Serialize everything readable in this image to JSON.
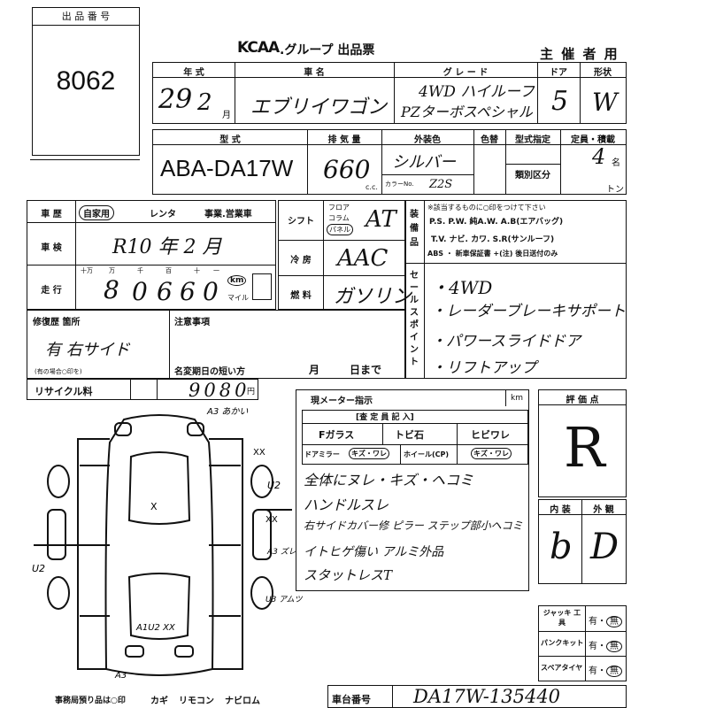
{
  "lot": {
    "label": "出 品 番 号",
    "value": "8062"
  },
  "header": {
    "brand": "KCAA",
    "title": ".グループ 出品票",
    "role": "主 催 者 用"
  },
  "vehicle": {
    "year_label": "年 式",
    "year": "29",
    "month": "2",
    "name_label": "車 名",
    "name": "エブリイワゴン",
    "grade_label": "グ レ ー ド",
    "grade_line1": "4WD ハイルーフ",
    "grade_line2": "PZターボスペシャル",
    "doors_label": "ドア",
    "doors": "5",
    "shape_label": "形状",
    "shape": "W",
    "model_label": "型 式",
    "model": "ABA-DA17W",
    "engine_label": "排 気 量",
    "engine": "660",
    "cc_unit": "c.c.",
    "color_label": "外装色",
    "color": "シルバー",
    "color_no_label": "カラーNo.",
    "color_no": "Z2S",
    "color_change_label": "色替",
    "type_designation_label": "型式指定",
    "class_label": "類別区分",
    "capacity_label": "定員・積載",
    "capacity": "4",
    "capacity_unit": "名",
    "load_unit": "トン"
  },
  "history": {
    "label": "車 歴",
    "options": [
      "自家用",
      "レンタ",
      "事業.営業車"
    ],
    "selected": "自家用"
  },
  "inspection": {
    "label": "車 検",
    "value": "R10 年 2 月"
  },
  "mileage": {
    "label": "走 行",
    "digit_labels": [
      "十万",
      "万",
      "千",
      "百",
      "十",
      "一"
    ],
    "digits": [
      "8",
      "0",
      "6",
      "6",
      "0"
    ],
    "unit_km": "km",
    "unit_mile": "マイル"
  },
  "specs": {
    "shift_label": "シフト",
    "shift_options": [
      "フロア",
      "コラム",
      "パネル"
    ],
    "shift": "AT",
    "aircon_label": "冷 房",
    "aircon": "AAC",
    "fuel_label": "燃 料",
    "fuel": "ガソリン"
  },
  "equipment": {
    "label": "装備品",
    "note": "※該当するものに○印をつけて下さい",
    "line1": "P.S. P.W. 純A.W. A.B(エアバッグ)",
    "line2": "T.V. ナビ. カワ. S.R(サンルーフ)",
    "line3": "ABS ・ 新車保証書 +(注) 後日送付のみ"
  },
  "sales_points": {
    "label": "セールスポイント",
    "items": [
      "4WD",
      "レーダーブレーキサポート",
      "パワースライドドア",
      "リフトアップ"
    ]
  },
  "repair": {
    "label": "修復歴 箇所",
    "value": "有 右サイド",
    "note": "(有の場合○印を)"
  },
  "caution": {
    "label": "注意事項",
    "expiry_label": "名変期日の短い方",
    "month_label": "月",
    "day_label": "日まで"
  },
  "recycle": {
    "label": "リサイクル料",
    "value": "9080",
    "unit": "円"
  },
  "meter": {
    "label": "現メーター指示",
    "unit": "km"
  },
  "glass": {
    "header": "[査 定 員 記 入]",
    "fglass_label": "Fガラス",
    "fglass_value": "トビ石",
    "hibi_label": "ヒビワレ",
    "mirror_label": "ドアミラー",
    "mirror_value": "キズ・ワレ",
    "wheel_label": "ホイール(CP)",
    "wheel_value": "キズ・ワレ"
  },
  "notes": [
    "全体にヌレ・キズ・ヘコミ",
    "ハンドルスレ",
    "右サイドカバー修 ピラー ステップ部小ヘコミ",
    "イトヒゲ傷い アルミ外品",
    "スタットレスT"
  ],
  "diagram_marks": [
    "A3 あかい",
    "XX",
    "U2",
    "XX",
    "A3 ズレ",
    "X",
    "U2",
    "U3 アムツ",
    "A1U2 XX",
    "A3"
  ],
  "grade": {
    "label": "評 価 点",
    "value": "R"
  },
  "interior": {
    "label": "内 装",
    "value": "b"
  },
  "exterior": {
    "label": "外 観",
    "value": "D"
  },
  "tools": {
    "jack_label": "ジャッキ 工 具",
    "puncture_label": "パンクキット",
    "spare_label": "スペアタイヤ",
    "yes": "有",
    "no": "無"
  },
  "footer": {
    "keys_note": "事務局預り品は○印",
    "keys": [
      "カギ",
      "リモコン",
      "ナビロム"
    ],
    "chassis_label": "車台番号",
    "chassis": "DA17W-135440"
  }
}
